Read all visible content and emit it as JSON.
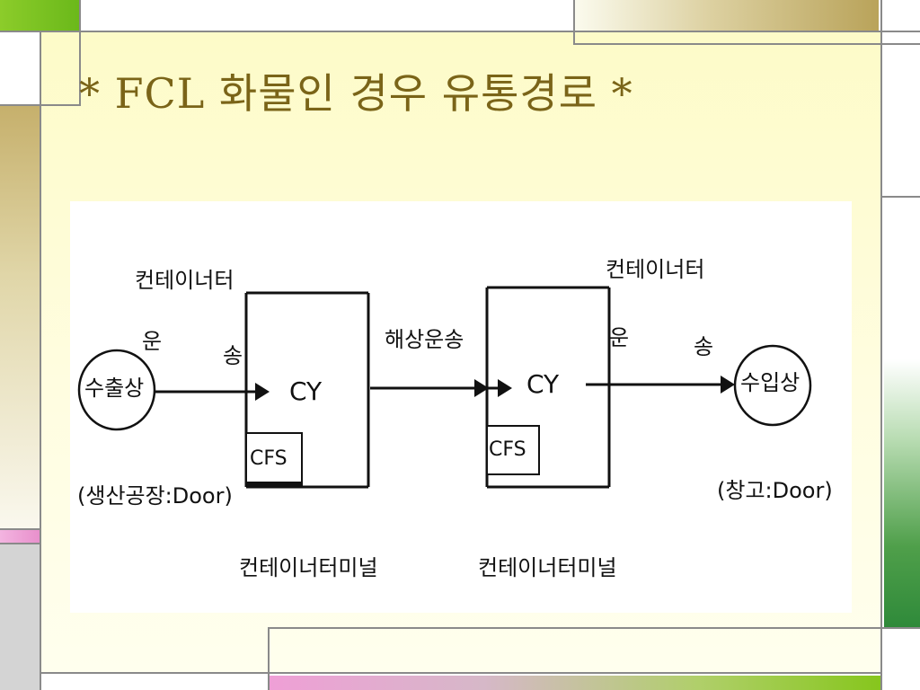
{
  "slide": {
    "title": "* FCL 화물인 경우 유통경로 *"
  },
  "diagram": {
    "exporter": "수출상",
    "exporter_location": "(생산공장:Door)",
    "inland_transport_left_line1": "컨테이너터",
    "inland_transport_left_line2a": "운",
    "inland_transport_left_line2b": "송",
    "cy_left": "CY",
    "cfs_left": "CFS",
    "terminal_left": "컨테이너터미널",
    "sea_transport": "해상운송",
    "cy_right": "CY",
    "cfs_right": "CFS",
    "terminal_right": "컨테이너터미널",
    "inland_transport_right_line1": "컨테이너터",
    "inland_transport_right_line2a": "운",
    "inland_transport_right_line2b": "송",
    "importer": "수입상",
    "importer_location": "(창고:Door)"
  },
  "colors": {
    "title": "#7a6418",
    "panel_bg": "#fdfbc8",
    "accent_lime": "#7fc31c",
    "accent_pink": "#ec9bd2",
    "accent_tan": "#b9a35a",
    "accent_green": "#2f8a3a"
  }
}
